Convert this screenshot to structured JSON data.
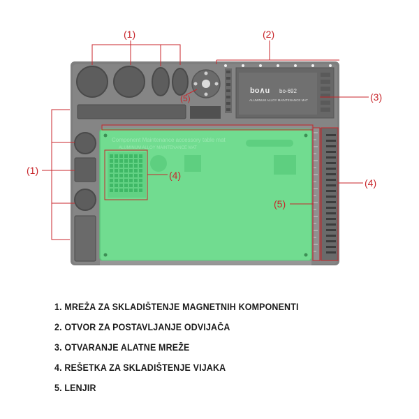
{
  "callouts": {
    "top_left": "(1)",
    "top_right": "(2)",
    "right_upper": "(3)",
    "left_middle": "(1)",
    "center_small": "(5)",
    "green_grid": "(4)",
    "right_lower": "(4)",
    "ruler_label": "(5)"
  },
  "mat": {
    "brand": "bo∧u",
    "model": "bo-692",
    "subtitle": "ALUMINUM ALLOY MAINTENANCE MAT",
    "green_text_line1": "Component Maintenance accessory table mat",
    "green_text_line2": "ALUMINUM ALLOY MAINTENANCE MAT"
  },
  "legend": [
    "1. MREŽA ZA SKLADIŠTENJE MAGNETNIH KOMPONENTI",
    "2. OTVOR ZA POSTAVLJANJE ODVIJAČA",
    "3. OTVARANJE ALATNE MREŽE",
    "4. REŠETKA ZA SKLADIŠTENJE VIJAKA",
    "5. LENJIR"
  ],
  "colors": {
    "mat_gray": "#7b7b7b",
    "mat_dark": "#5c5c5c",
    "green_pad": "#6fdc8d",
    "callout_red": "#c8262b"
  }
}
